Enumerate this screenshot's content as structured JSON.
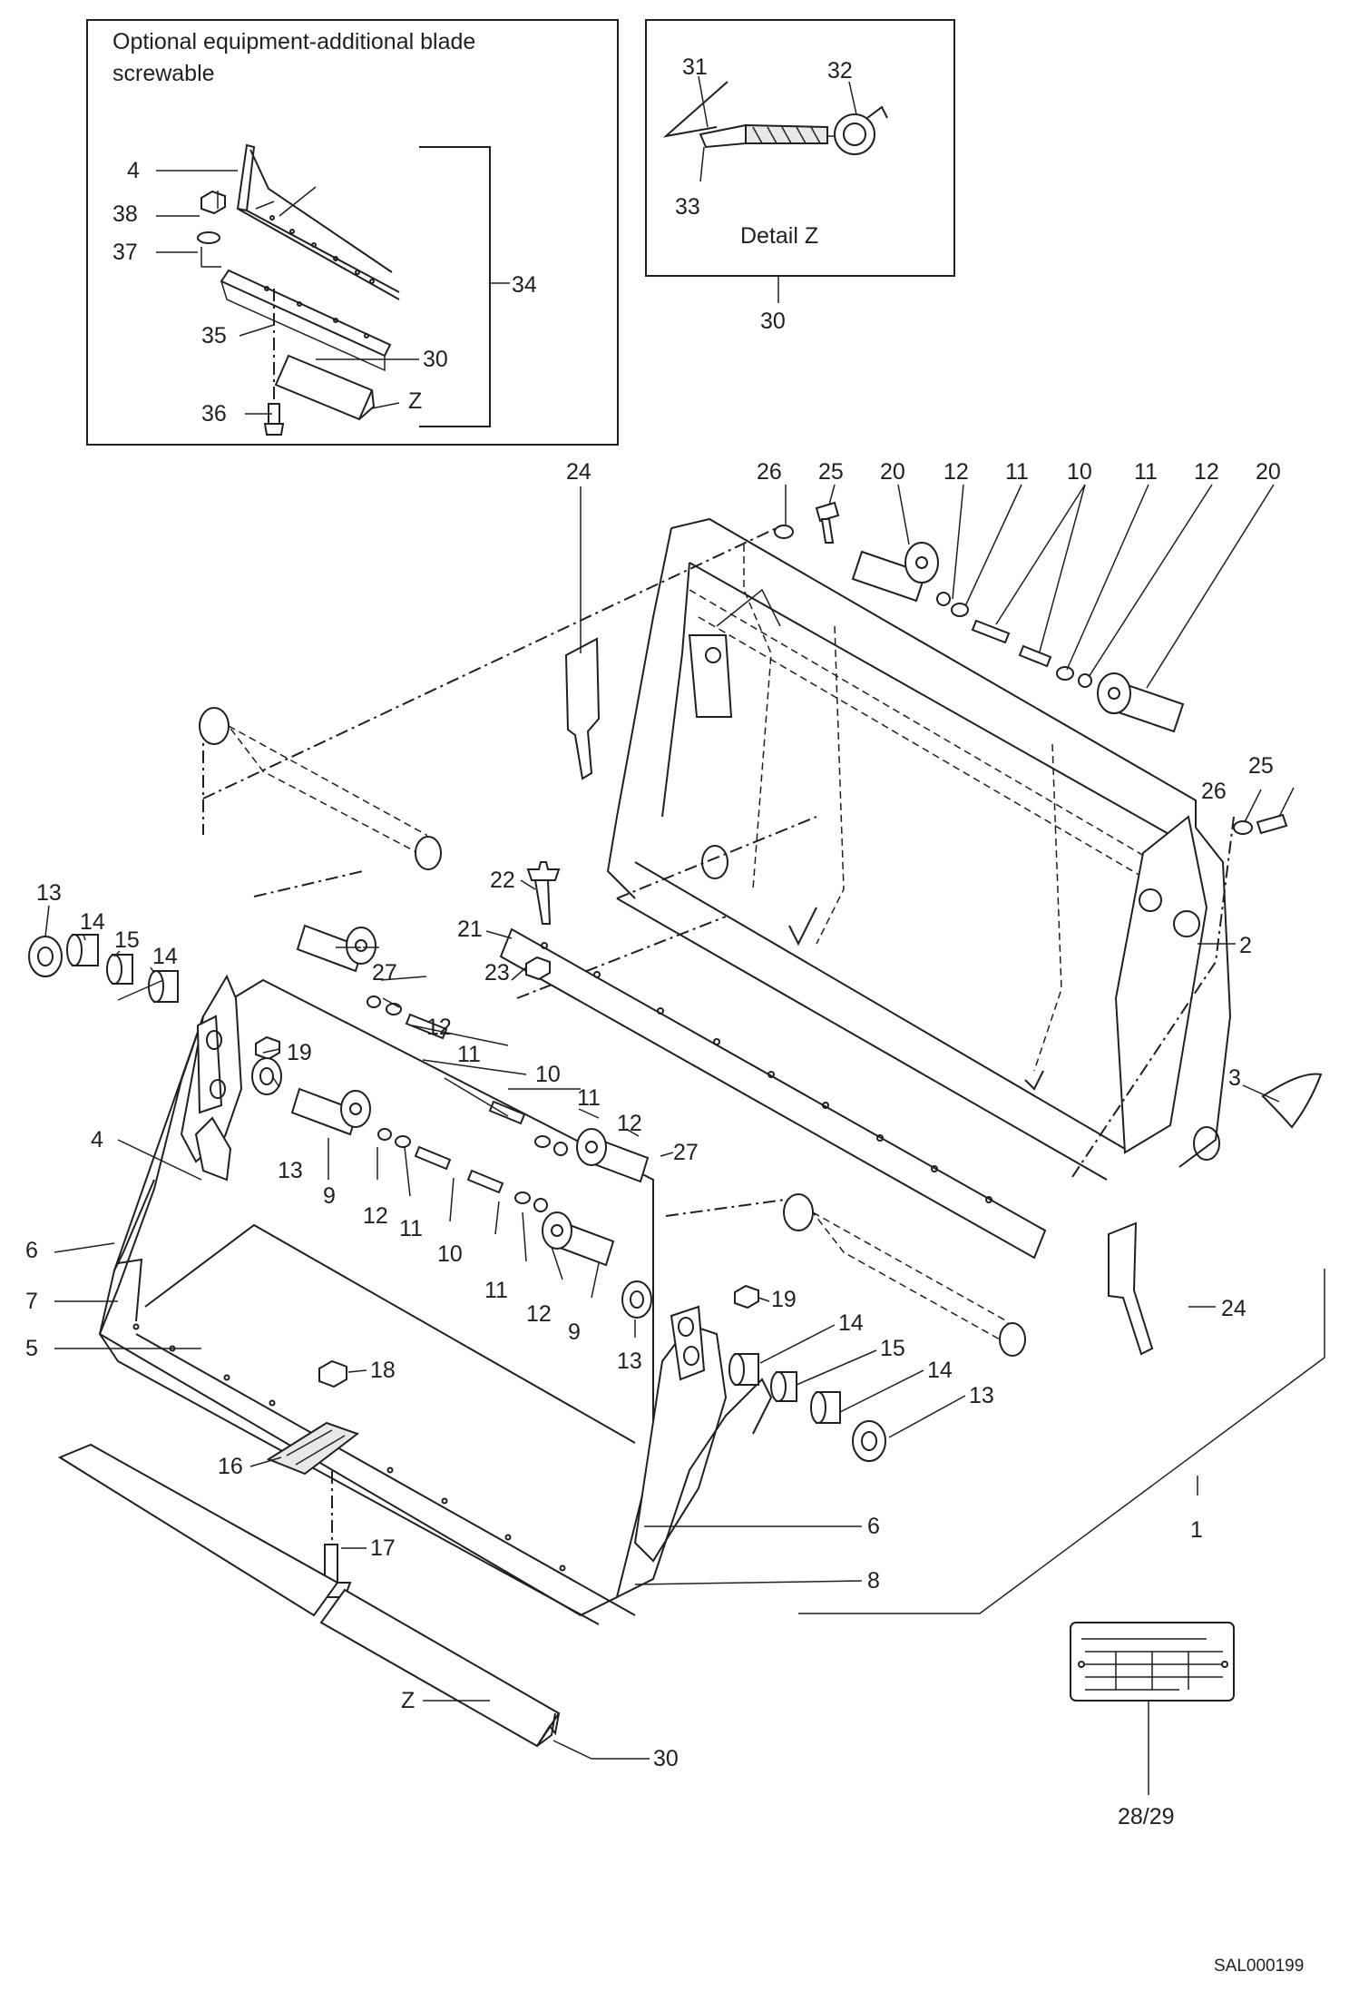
{
  "inset_optional": {
    "title_line1": "Optional equipment-additional blade",
    "title_line2": "screwable"
  },
  "inset_detail": {
    "title": "Detail Z"
  },
  "drawing_ref": "SAL000199",
  "labels": {
    "l1": "1",
    "l2": "2",
    "l3": "3",
    "l4a": "4",
    "l4b": "4",
    "l5": "5",
    "l6a": "6",
    "l6b": "6",
    "l7": "7",
    "l8": "8",
    "l9a": "9",
    "l9b": "9",
    "l10a": "10",
    "l10b": "10",
    "l10c": "10",
    "l11a": "11",
    "l11b": "11",
    "l11c": "11",
    "l11d": "11",
    "l11e": "11",
    "l11f": "11",
    "l12a": "12",
    "l12b": "12",
    "l12c": "12",
    "l12d": "12",
    "l12e": "12",
    "l12f": "12",
    "l13a": "13",
    "l13b": "13",
    "l13c": "13",
    "l13d": "13",
    "l14a": "14",
    "l14b": "14",
    "l14c": "14",
    "l14d": "14",
    "l15a": "15",
    "l15b": "15",
    "l16": "16",
    "l17": "17",
    "l18": "18",
    "l19a": "19",
    "l19b": "19",
    "l20a": "20",
    "l20b": "20",
    "l21": "21",
    "l22": "22",
    "l23": "23",
    "l24a": "24",
    "l24b": "24",
    "l25a": "25",
    "l25b": "25",
    "l26a": "26",
    "l26b": "26",
    "l27a": "27",
    "l27b": "27",
    "l2829": "28/29",
    "l30a": "30",
    "l30b": "30",
    "l30c": "30",
    "l31": "31",
    "l32": "32",
    "l33": "33",
    "l34": "34",
    "l35": "35",
    "l36": "36",
    "l37": "37",
    "l38": "38",
    "lza": "Z",
    "lzb": "Z"
  }
}
